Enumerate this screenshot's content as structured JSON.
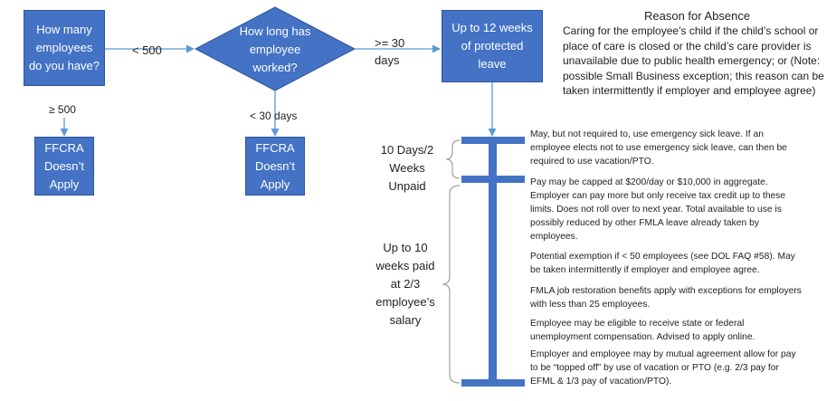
{
  "colors": {
    "box_fill": "#4472C4",
    "box_border": "#2F5597",
    "arrow": "#5B9BD5",
    "bar": "#4472C4",
    "brace": "#8C8C8C"
  },
  "nodes": {
    "employees": "How many employees do you have?",
    "worked": "How long has employee worked?",
    "protected": "Up to 12 weeks of protected leave",
    "ffcra_a": "FFCRA Doesn’t Apply",
    "ffcra_b": "FFCRA Doesn’t Apply"
  },
  "edges": {
    "lt500": "< 500",
    "gte500": "≥ 500",
    "gte30": ">= 30 days",
    "lt30": "< 30 days"
  },
  "reason": {
    "title": "Reason for Absence",
    "text": "Caring for the employee’s child if the child’s school or place of care is  closed or the child’s care provider is unavailable due to public health  emergency; or (Note: possible Small Business exception; this reason can  be taken intermittently if employer and employee agree)"
  },
  "periods": {
    "unpaid": "10 Days/2 Weeks Unpaid",
    "paid": "Up to 10 weeks paid at 2/3 employee’s salary"
  },
  "notes": [
    "May, but not required to, use emergency sick leave. If an employee elects not to use emergency sick leave, can then be required to use vacation/PTO.",
    "Pay may be capped at $200/day or $10,000 in aggregate.  Employer can pay more but only receive tax credit up to these limits.  Does not roll over to next year. Total available to use is possibly reduced by other FMLA leave already taken by employees.",
    "Potential exemption if < 50 employees (see DOL FAQ #58).  May be taken intermittently if employer and employee agree.",
    "FMLA job restoration benefits apply with exceptions for employers with less than 25 employees.",
    "Employee may be eligible to receive state or federal unemployment compensation.  Advised to apply online.",
    "Employer and employee may by mutual agreement allow for pay to be “topped off” by use of vacation or PTO (e.g. 2/3 pay for EFML & 1/3 pay of vacation/PTO)."
  ]
}
